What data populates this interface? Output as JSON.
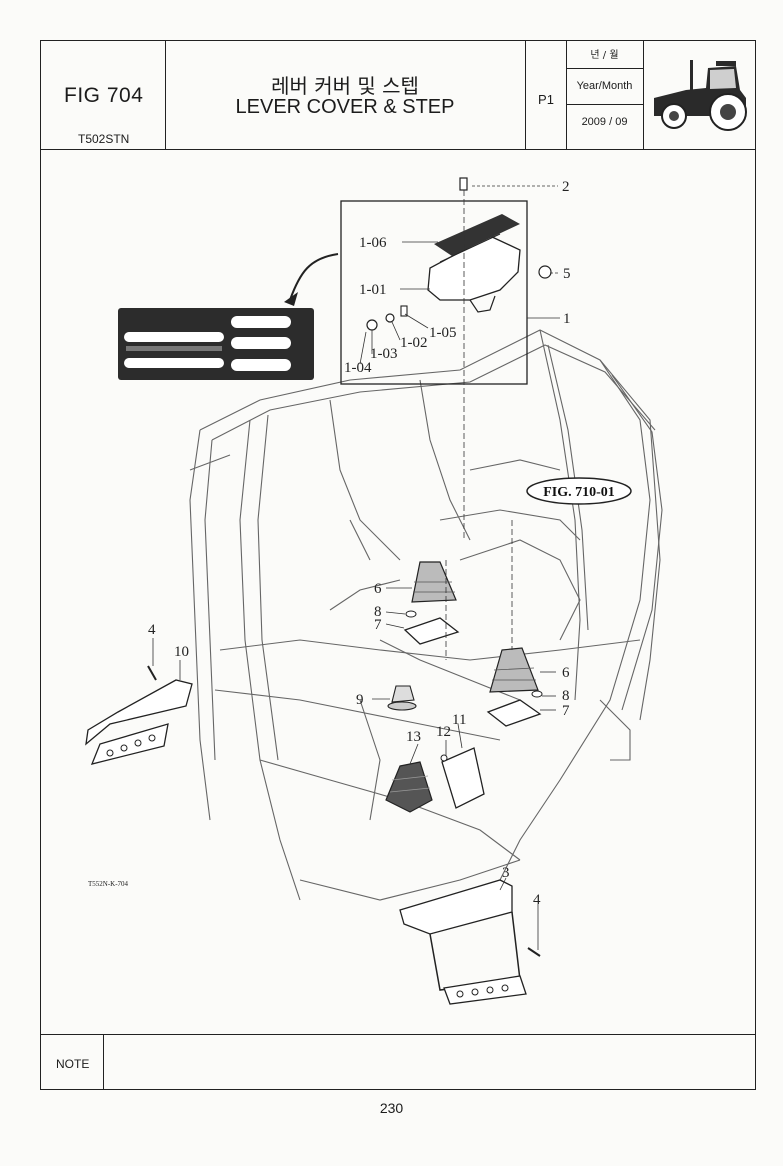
{
  "header": {
    "fig_number": "FIG 704",
    "model": "T502STN",
    "title_korean": "레버 커버 및 스텝",
    "title_english": "LEVER COVER & STEP",
    "page": "P1",
    "year_month_korean": "년 / 월",
    "year_month_label": "Year/Month",
    "year_month_value": "2009 / 09"
  },
  "diagram": {
    "figure_reference": "FIG. 710-01",
    "drawing_code": "T552N-K-704",
    "callouts": [
      "2",
      "1-06",
      "5",
      "1-01",
      "1",
      "1-05",
      "1-02",
      "1-03",
      "1-04",
      "6",
      "8",
      "7",
      "6",
      "8",
      "7",
      "9",
      "11",
      "12",
      "13",
      "4",
      "10",
      "3",
      "4"
    ]
  },
  "note_label": "NOTE",
  "page_number": "230"
}
